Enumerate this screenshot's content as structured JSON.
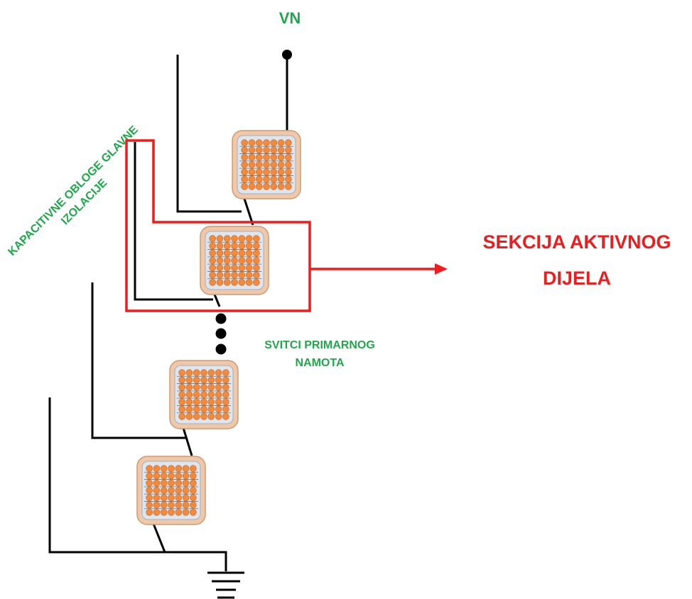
{
  "labels": {
    "vn": "VN",
    "capacitive_line1": "KAPACITIVNE OBLOGE GLAVNE",
    "capacitive_line2": "IZOLACIJE",
    "coils_line1": "SVITCI PRIMARNOG",
    "coils_line2": "NAMOTA",
    "section_line1": "SEKCIJA AKTIVNOG",
    "section_line2": "DIJELA"
  },
  "colors": {
    "label_green": "#1fa84a",
    "section_red": "#ee1c1c",
    "coil_frame": "#f1c8a7",
    "coil_frame_stroke": "#c89a78",
    "coil_inner": "#dde6ee",
    "conductor": "#f28a3d",
    "wire": "#000000"
  },
  "coils": [
    {
      "name": "coil-1"
    },
    {
      "name": "coil-2"
    },
    {
      "name": "coil-3"
    },
    {
      "name": "coil-4"
    }
  ],
  "coil_conductor_grid": {
    "rows": 7,
    "cols": 7
  },
  "icons": {
    "terminal": "terminal-dot-icon",
    "ground": "ground-icon",
    "continuation": "ellipsis-dots-icon",
    "arrow": "arrow-right-icon"
  }
}
